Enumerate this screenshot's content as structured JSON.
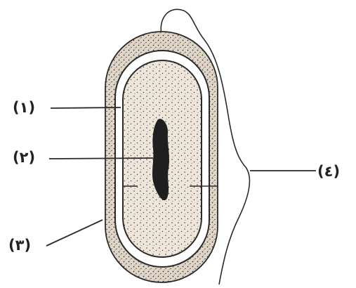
{
  "labels": {
    "label_1": "(١)",
    "label_2": "(٢)",
    "label_3": "(٣)",
    "label_4": "(٤)"
  },
  "colors": {
    "ink": "#2a2a2a",
    "capsule_fill": "#e2d6c9",
    "cytoplasm_fill": "#efe5da"
  }
}
